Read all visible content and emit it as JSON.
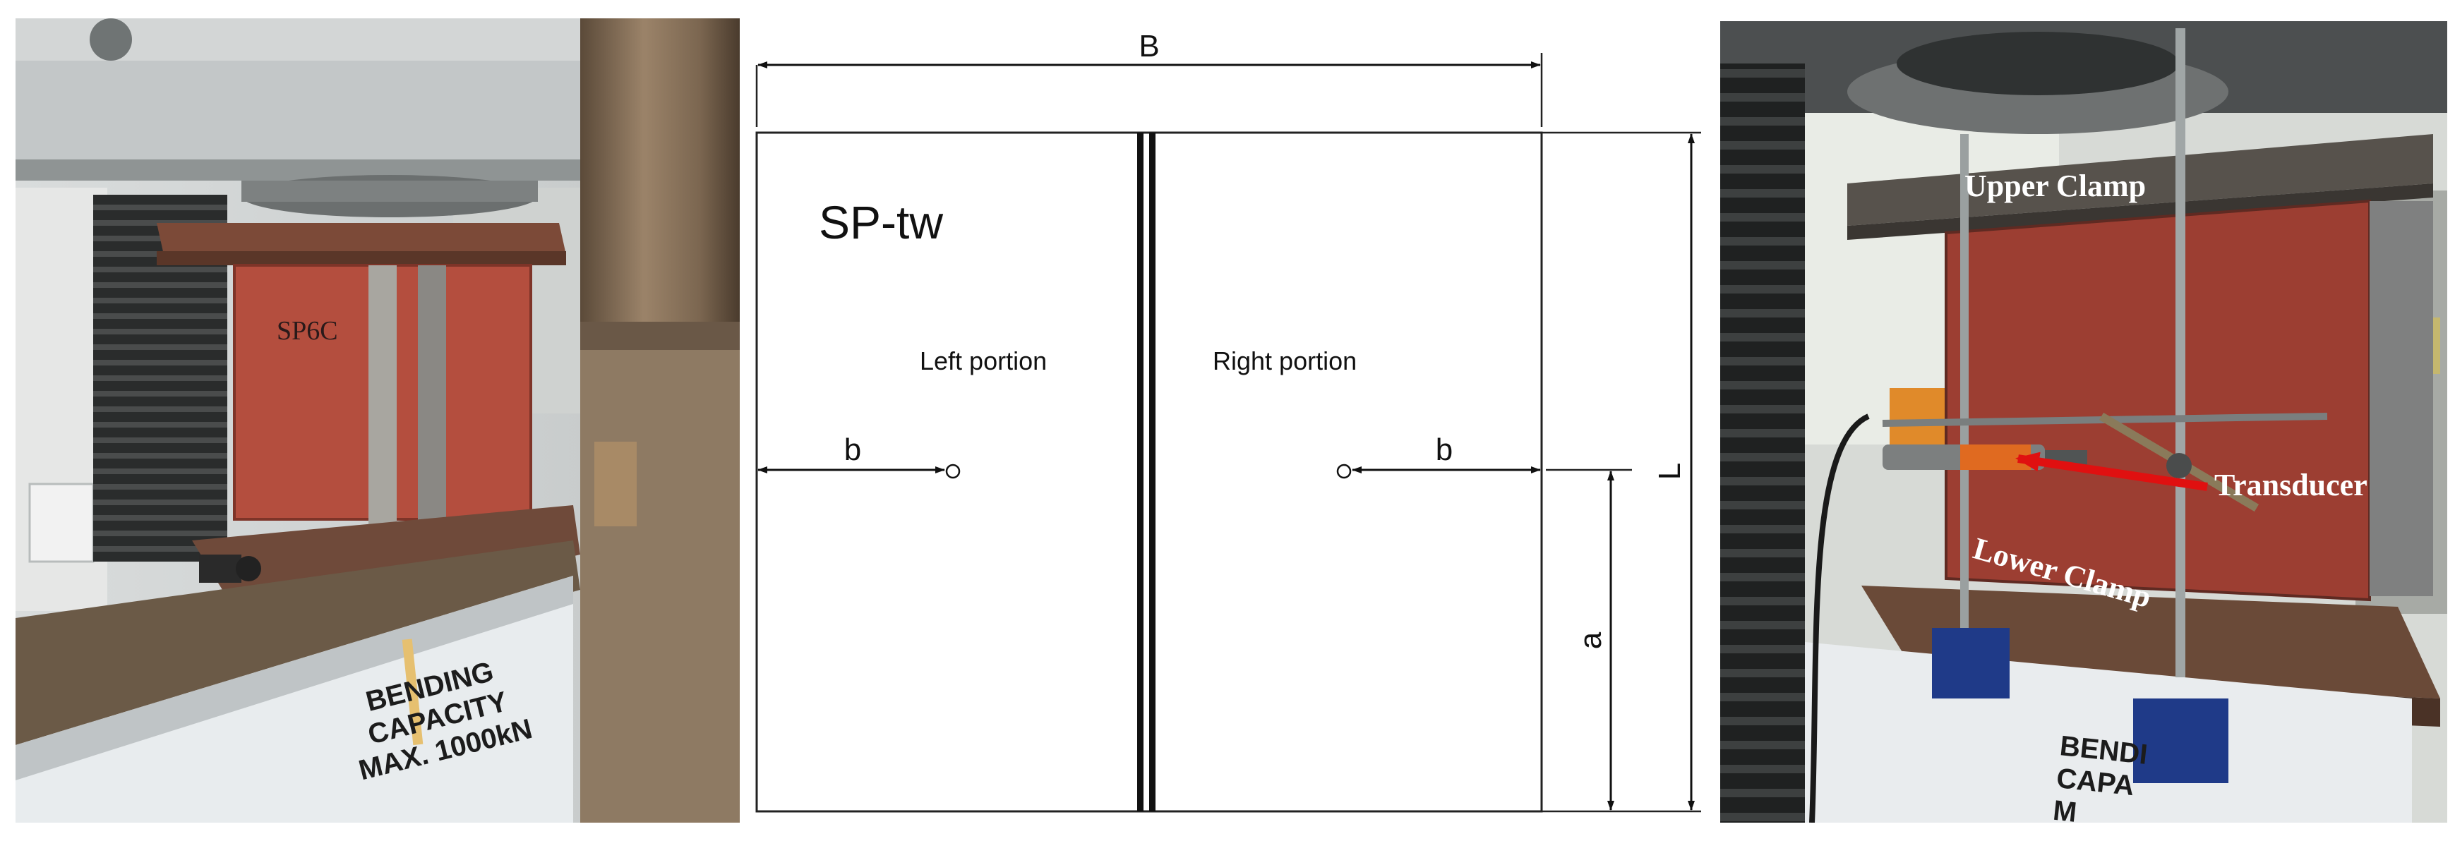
{
  "left_photo": {
    "specimen_mark": "SP6C",
    "machine_plate": [
      "BENDING",
      "CAPACITY",
      "MAX. 1000kN"
    ]
  },
  "diagram": {
    "title": "SP-tw",
    "left_label": "Left portion",
    "right_label": "Right portion",
    "dim_width": "B",
    "dim_offset_left": "b",
    "dim_offset_right": "b",
    "dim_height": "a",
    "dim_length": "L"
  },
  "right_photo": {
    "label_upper": "Upper Clamp",
    "label_transducer": "Transducer",
    "label_lower": "Lower Clamp",
    "machine_plate": [
      "BENDI",
      "CAPA",
      "M"
    ],
    "arrow_color": "#e01010"
  }
}
